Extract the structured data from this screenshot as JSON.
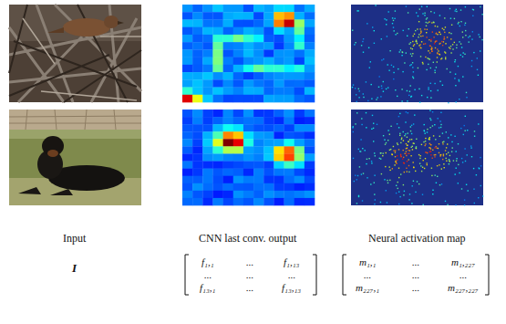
{
  "diagram": {
    "labels": [
      "Input",
      "CNN last conv. output",
      "Neural activation map",
      "I",
      "f₁,₁",
      "...",
      "f₁,₁₃",
      "...",
      "...",
      "...",
      "f₁₃,₁",
      "...",
      "f₁₃,₁₃",
      "m₁,₁",
      "...",
      "m₁,₂₂₇",
      "...",
      "...",
      "...",
      "m₂₂₇,₁",
      "...",
      "m₂₂₇,₂₂₇"
    ]
  }
}
